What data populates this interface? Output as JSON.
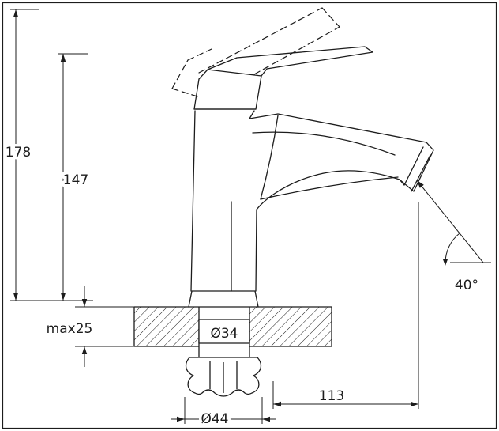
{
  "drawing": {
    "labels": {
      "height_total": "178",
      "height_body": "147",
      "mount_thickness": "max25",
      "shank_diameter": "Ø34",
      "nut_diameter": "Ø44",
      "reach": "113",
      "angle": "40°"
    },
    "colors": {
      "line": "#1c1c1c",
      "background": "#ffffff"
    }
  }
}
